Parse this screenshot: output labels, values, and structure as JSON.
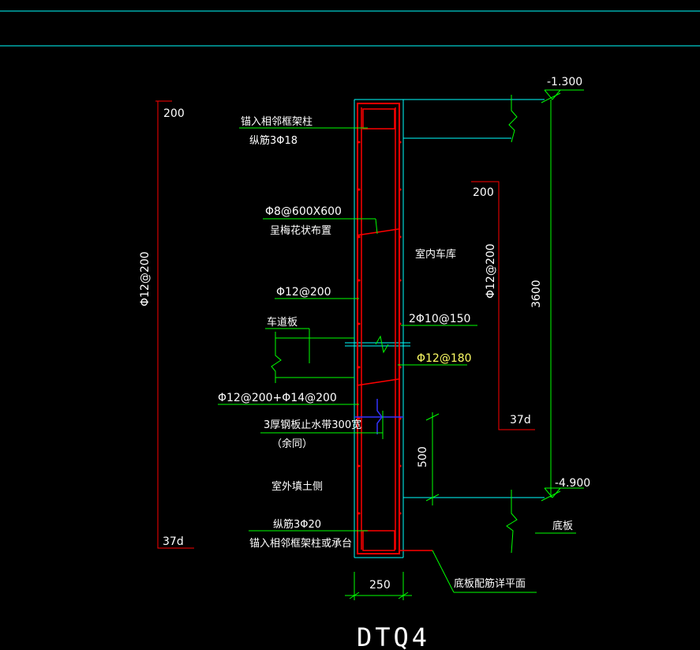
{
  "colors": {
    "background": "#000000",
    "cyan": "#00ffff",
    "green": "#00ff00",
    "red": "#ff0000",
    "white": "#ffffff",
    "yellow": "#ffff66",
    "blue": "#0000ff"
  },
  "labels": {
    "anchor_top": "锚入相邻框架柱",
    "long_bar_top": "纵筋3Φ18",
    "tie": "Φ8@600X600",
    "tie_layout": "呈梅花状布置",
    "vert_bar": "Φ12@200",
    "ramp_slab": "车道板",
    "extra_bar": "Φ12@200+Φ14@200",
    "waterstop": "3厚钢板止水带300宽",
    "waterstop_note": "（余同）",
    "outside_soil": "室外填土侧",
    "long_bar_bottom": "纵筋3Φ20",
    "anchor_bottom": "锚入相邻框架柱或承台",
    "inside_garage": "室内车库",
    "horiz_bar": "2Φ10@150",
    "horiz_bar_alt": "Φ12@180",
    "elev_top": "-1.300",
    "elev_bottom": "-4.900",
    "base_slab": "底板",
    "base_slab_detail": "底板配筋详平面",
    "dim_height": "3600",
    "dim_500": "500",
    "dim_width": "250",
    "left_200": "200",
    "left_bar": "Φ12@200",
    "left_37d": "37d",
    "right_200": "200",
    "right_bar": "Φ12@200",
    "right_37d": "37d",
    "section_name": "DTQ4"
  }
}
